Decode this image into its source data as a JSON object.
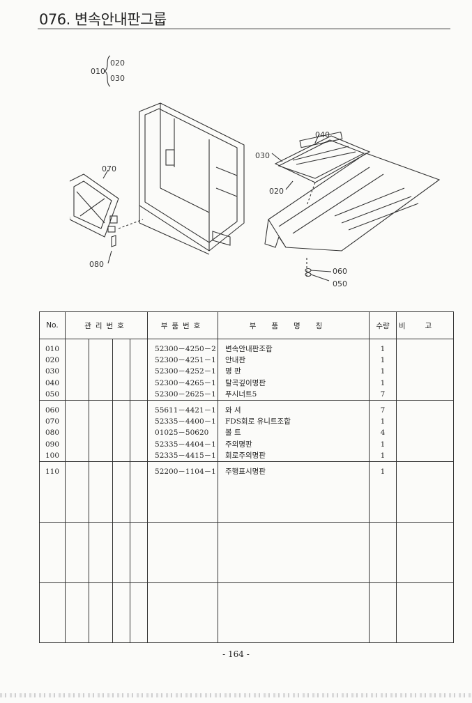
{
  "page": {
    "title": "076. 변속안내판그룹",
    "page_number": "- 164 -"
  },
  "diagram": {
    "callouts": {
      "c010": "010",
      "c020a": "020",
      "c030a": "030",
      "c040": "040",
      "c030": "030",
      "c020": "020",
      "c070": "070",
      "c080": "080",
      "c060": "060",
      "c050": "050"
    }
  },
  "table": {
    "headers": {
      "no": "No.",
      "mgmt": "관리번호",
      "part_no": "부품번호",
      "part_name": "부품명칭",
      "qty": "수량",
      "remark": "비고"
    },
    "groups": [
      {
        "rows": [
          {
            "no": "010",
            "part_no": "52300－4250－2",
            "name": "변속안내판조합",
            "qty": "1"
          },
          {
            "no": "020",
            "part_no": "52300－4251－1",
            "name": "안내판",
            "qty": "1"
          },
          {
            "no": "030",
            "part_no": "52300－4252－1",
            "name": "명  판",
            "qty": "1"
          },
          {
            "no": "040",
            "part_no": "52300－4265－1",
            "name": "탈곡깊이명판",
            "qty": "1"
          },
          {
            "no": "050",
            "part_no": "52300－2625－1",
            "name": "푸시너트5",
            "qty": "7"
          }
        ]
      },
      {
        "rows": [
          {
            "no": "060",
            "part_no": "55611－4421－1",
            "name": "와  셔",
            "qty": "7"
          },
          {
            "no": "070",
            "part_no": "52335－4400－1",
            "name": "FDS회로 유니트조합",
            "qty": "1"
          },
          {
            "no": "080",
            "part_no": "01025－50620",
            "name": "볼  트",
            "qty": "4"
          },
          {
            "no": "090",
            "part_no": "52335－4404－1",
            "name": "주의명판",
            "qty": "1"
          },
          {
            "no": "100",
            "part_no": "52335－4415－1",
            "name": "회로주의명판",
            "qty": "1"
          }
        ]
      },
      {
        "rows": [
          {
            "no": "110",
            "part_no": "52200－1104－1",
            "name": "주행표시명판",
            "qty": "1"
          }
        ]
      },
      {
        "rows": []
      },
      {
        "rows": []
      }
    ]
  }
}
